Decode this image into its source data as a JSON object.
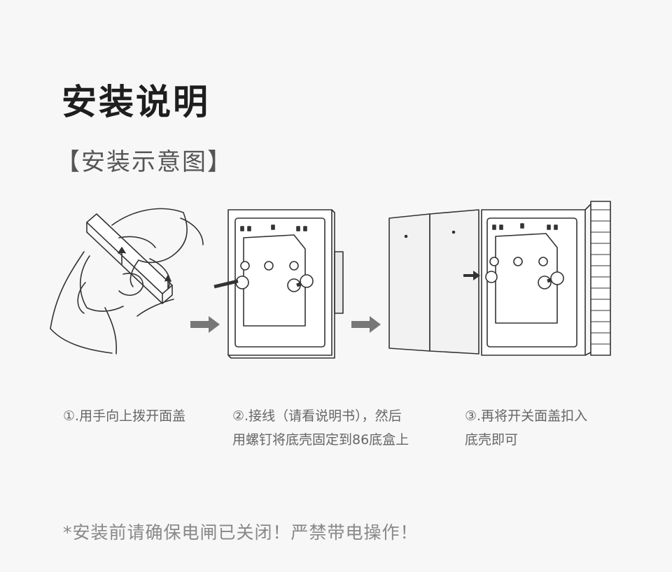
{
  "title": "安装说明",
  "subtitle": "【安装示意图】",
  "steps": [
    {
      "line1": "①.用手向上拨开面盖",
      "line2": ""
    },
    {
      "line1": "②.接线（请看说明书），然后",
      "line2": "用螺钉将底壳固定到86底盒上"
    },
    {
      "line1": "③.再将开关面盖扣入",
      "line2": "底壳即可"
    }
  ],
  "notice": "*安装前请确保电闸已关闭！严禁带电操作！",
  "colors": {
    "background": "#f7f7f7",
    "line": "#333333",
    "arrow": "#777777"
  }
}
